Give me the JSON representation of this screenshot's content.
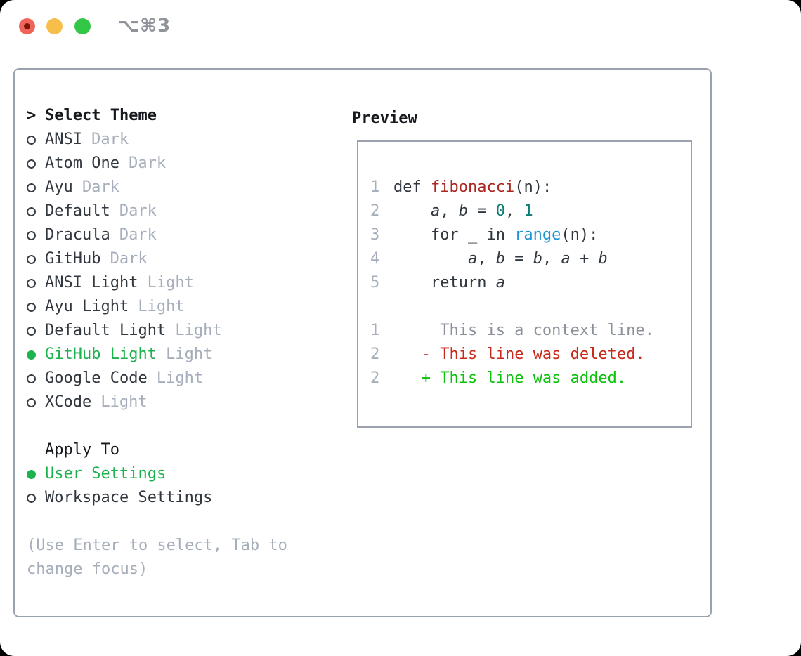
{
  "titlebar": {
    "shortcut": "⌥⌘3"
  },
  "colors": {
    "window_bg": "#ffffff",
    "border": "#9aa3ad",
    "heading": "#16191d",
    "text": "#31373e",
    "muted": "#a6aebb",
    "select_green": "#1cb24d",
    "func_red": "#ab2620",
    "number_teal": "#0c7d72",
    "call_blue": "#1b95d1",
    "diff_ctx": "#8b919a",
    "diff_del": "#c9291a",
    "diff_add": "#0bc20b",
    "titlebar_text": "#8f939a",
    "traffic_red": "#f0655a",
    "traffic_red_dot": "#7c1708",
    "traffic_yellow": "#f7bf4a",
    "traffic_green": "#33c748"
  },
  "theme_picker": {
    "header": {
      "cursor": ">",
      "label": "Select Theme"
    },
    "themes": [
      {
        "name": "ANSI",
        "variant": "Dark",
        "selected": false
      },
      {
        "name": "Atom One",
        "variant": "Dark",
        "selected": false
      },
      {
        "name": "Ayu",
        "variant": "Dark",
        "selected": false
      },
      {
        "name": "Default",
        "variant": "Dark",
        "selected": false
      },
      {
        "name": "Dracula",
        "variant": "Dark",
        "selected": false
      },
      {
        "name": "GitHub",
        "variant": "Dark",
        "selected": false
      },
      {
        "name": "ANSI Light",
        "variant": "Light",
        "selected": false
      },
      {
        "name": "Ayu Light",
        "variant": "Light",
        "selected": false
      },
      {
        "name": "Default Light",
        "variant": "Light",
        "selected": false
      },
      {
        "name": "GitHub Light",
        "variant": "Light",
        "selected": true
      },
      {
        "name": "Google Code",
        "variant": "Light",
        "selected": false
      },
      {
        "name": "XCode",
        "variant": "Light",
        "selected": false
      }
    ],
    "apply_to": {
      "label": "Apply To",
      "options": [
        {
          "name": "User Settings",
          "selected": true
        },
        {
          "name": "Workspace Settings",
          "selected": false
        }
      ]
    },
    "hint": "(Use Enter to select, Tab to change focus)"
  },
  "preview": {
    "label": "Preview",
    "lines": [
      {
        "num": "1",
        "tokens": [
          {
            "t": "def ",
            "c": "code"
          },
          {
            "t": "fibonacci",
            "c": "func"
          },
          {
            "t": "(n):",
            "c": "code"
          }
        ]
      },
      {
        "num": "2",
        "tokens": [
          {
            "t": "    ",
            "c": "code"
          },
          {
            "t": "a",
            "c": "code",
            "i": true
          },
          {
            "t": ", ",
            "c": "code"
          },
          {
            "t": "b",
            "c": "code",
            "i": true
          },
          {
            "t": " = ",
            "c": "code"
          },
          {
            "t": "0",
            "c": "num"
          },
          {
            "t": ", ",
            "c": "code"
          },
          {
            "t": "1",
            "c": "num"
          }
        ]
      },
      {
        "num": "3",
        "tokens": [
          {
            "t": "    for _ in ",
            "c": "code"
          },
          {
            "t": "range",
            "c": "call"
          },
          {
            "t": "(n):",
            "c": "code"
          }
        ]
      },
      {
        "num": "4",
        "tokens": [
          {
            "t": "        ",
            "c": "code"
          },
          {
            "t": "a",
            "c": "code",
            "i": true
          },
          {
            "t": ", ",
            "c": "code"
          },
          {
            "t": "b",
            "c": "code",
            "i": true
          },
          {
            "t": " = ",
            "c": "code"
          },
          {
            "t": "b",
            "c": "code",
            "i": true
          },
          {
            "t": ", ",
            "c": "code"
          },
          {
            "t": "a",
            "c": "code",
            "i": true
          },
          {
            "t": " + ",
            "c": "code"
          },
          {
            "t": "b",
            "c": "code",
            "i": true
          }
        ]
      },
      {
        "num": "5",
        "tokens": [
          {
            "t": "    return ",
            "c": "code"
          },
          {
            "t": "a",
            "c": "code",
            "i": true
          }
        ]
      },
      {
        "num": "",
        "tokens": []
      },
      {
        "num": "1",
        "tokens": [
          {
            "t": "     This is a context line.",
            "c": "ctx"
          }
        ]
      },
      {
        "num": "2",
        "tokens": [
          {
            "t": "   ",
            "c": "code"
          },
          {
            "t": "- This line was deleted.",
            "c": "del"
          }
        ]
      },
      {
        "num": "2",
        "tokens": [
          {
            "t": "   ",
            "c": "code"
          },
          {
            "t": "+ This line was added.",
            "c": "add"
          }
        ]
      }
    ]
  }
}
